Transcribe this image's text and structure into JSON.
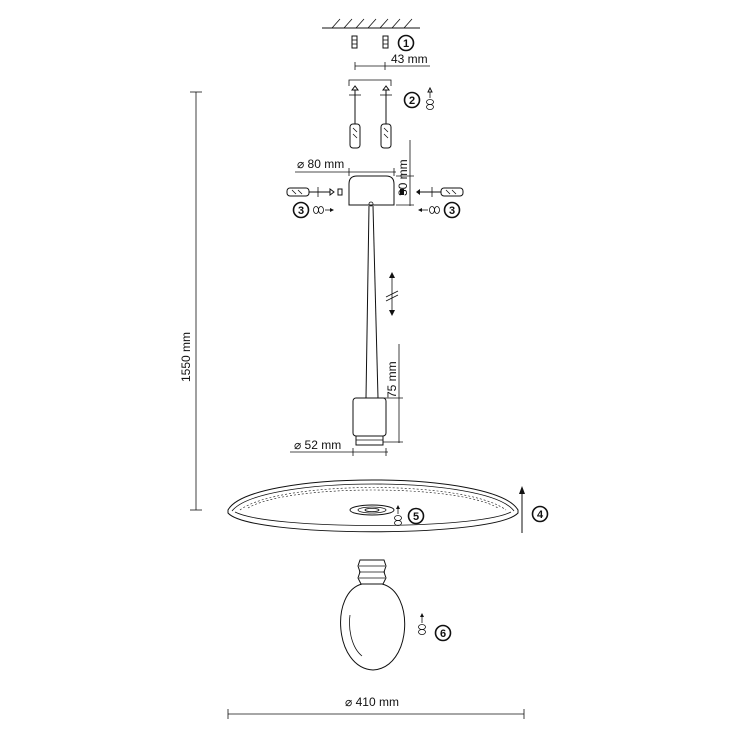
{
  "dimensions": {
    "screw_spacing": "43 mm",
    "canopy_diameter": "⌀ 80 mm",
    "canopy_height": "30 mm",
    "total_height": "1550 mm",
    "socket_height": "75 mm",
    "socket_diameter": "⌀ 52 mm",
    "shade_diameter": "⌀ 410 mm"
  },
  "steps": [
    "1",
    "2",
    "3",
    "3",
    "4",
    "5",
    "6"
  ],
  "colors": {
    "line": "#111111",
    "background": "#ffffff"
  },
  "icons": [
    "screw-icon",
    "wall-plug-icon",
    "screwdriver-icon",
    "rotate-icon",
    "arrow-up-icon",
    "bulb-icon"
  ]
}
